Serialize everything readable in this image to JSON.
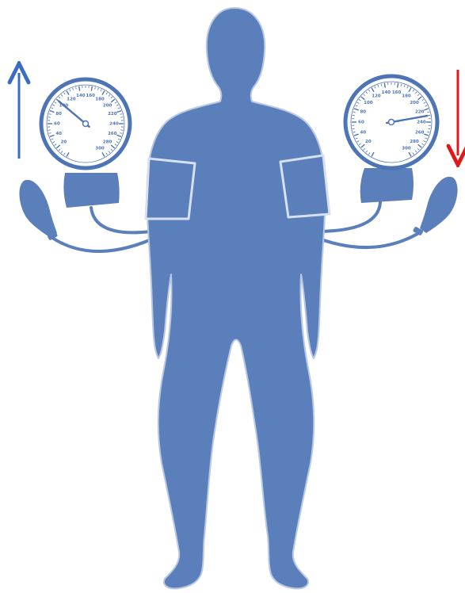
{
  "colors": {
    "body": "#5b7fbb",
    "body_outline": "#b8c8e2",
    "cuff": "#5b7fbb",
    "cuff_outline": "#d6e0f0",
    "gauge_ink": "#4d74b4",
    "arrow_up": "#3b6cc4",
    "arrow_down": "#e01818",
    "background": "#ffffff"
  },
  "left_gauge": {
    "scale_labels": [
      "20",
      "40",
      "60",
      "80",
      "100",
      "120",
      "140",
      "160",
      "180",
      "200",
      "220",
      "240",
      "260",
      "280",
      "300"
    ],
    "needle_reading": 100
  },
  "right_gauge": {
    "scale_labels": [
      "20",
      "40",
      "60",
      "80",
      "100",
      "120",
      "140",
      "160",
      "180",
      "200",
      "220",
      "240",
      "260",
      "280",
      "300"
    ],
    "needle_reading": 230
  },
  "icons": {
    "left_arrow": "arrow-up-icon",
    "right_arrow": "arrow-down-icon",
    "figure": "human-silhouette-icon"
  }
}
